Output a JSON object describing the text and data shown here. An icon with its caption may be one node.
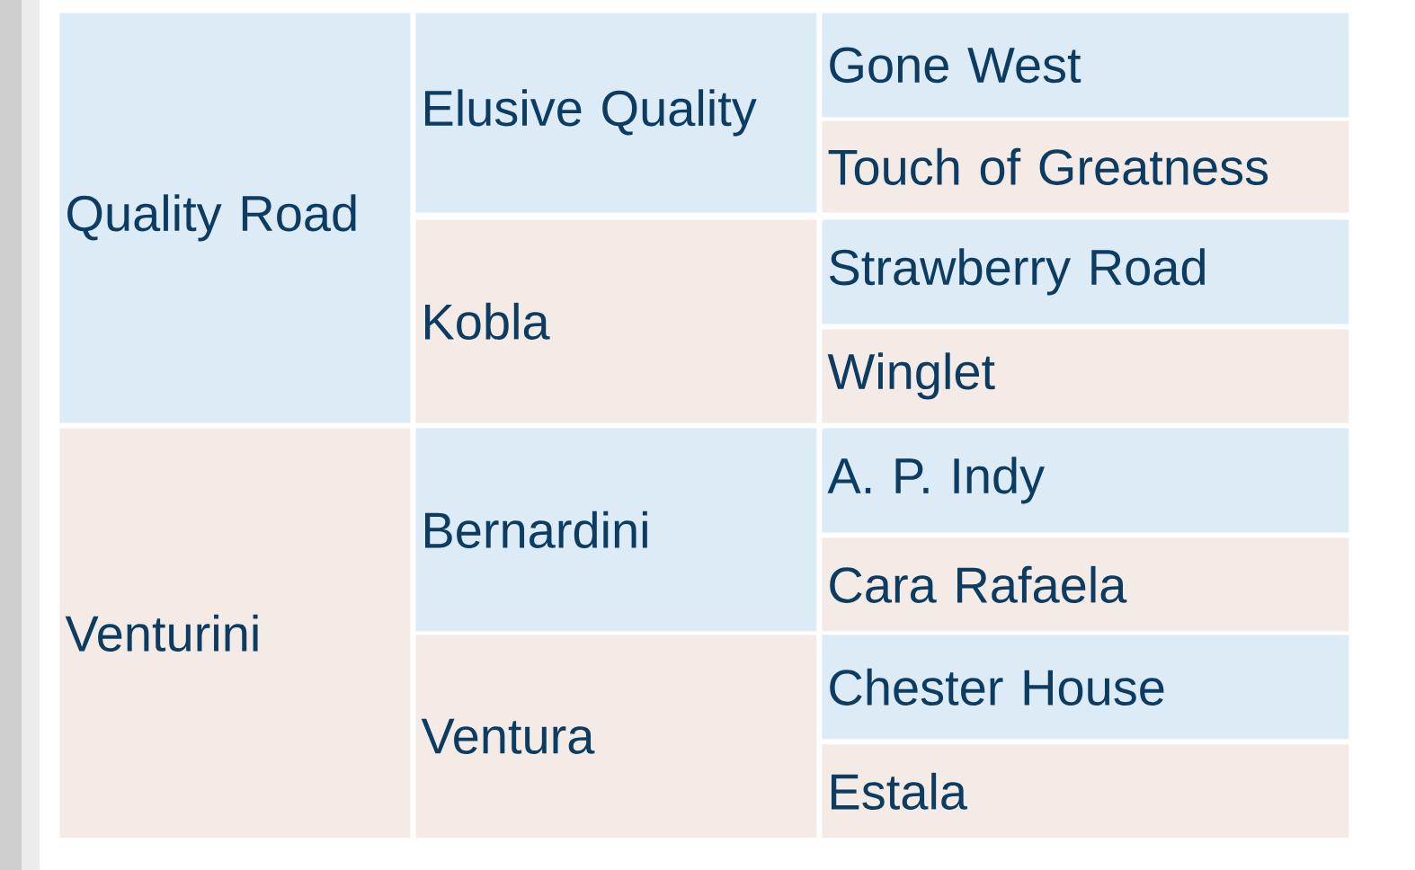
{
  "diagram": {
    "nodes": [
      {
        "text": [
          "Quality Road"
        ]
      },
      {
        "text": [
          "Elusive Quality"
        ]
      },
      {
        "text": [
          "Gone West"
        ]
      },
      {
        "text": [
          "Touch of Greatness"
        ]
      },
      {
        "text": [
          "Kobla"
        ]
      },
      {
        "text": [
          "Strawberry Road"
        ]
      },
      {
        "text": [
          "Winglet"
        ]
      },
      {
        "text": [
          "Venturini"
        ]
      },
      {
        "text": [
          "Bernardini"
        ]
      },
      {
        "text": [
          "A. P. Indy"
        ]
      },
      {
        "text": [
          "Cara Rafaela"
        ]
      },
      {
        "text": [
          "Ventura"
        ]
      },
      {
        "text": [
          "Chester House"
        ]
      },
      {
        "text": [
          "Estala"
        ]
      }
    ]
  }
}
